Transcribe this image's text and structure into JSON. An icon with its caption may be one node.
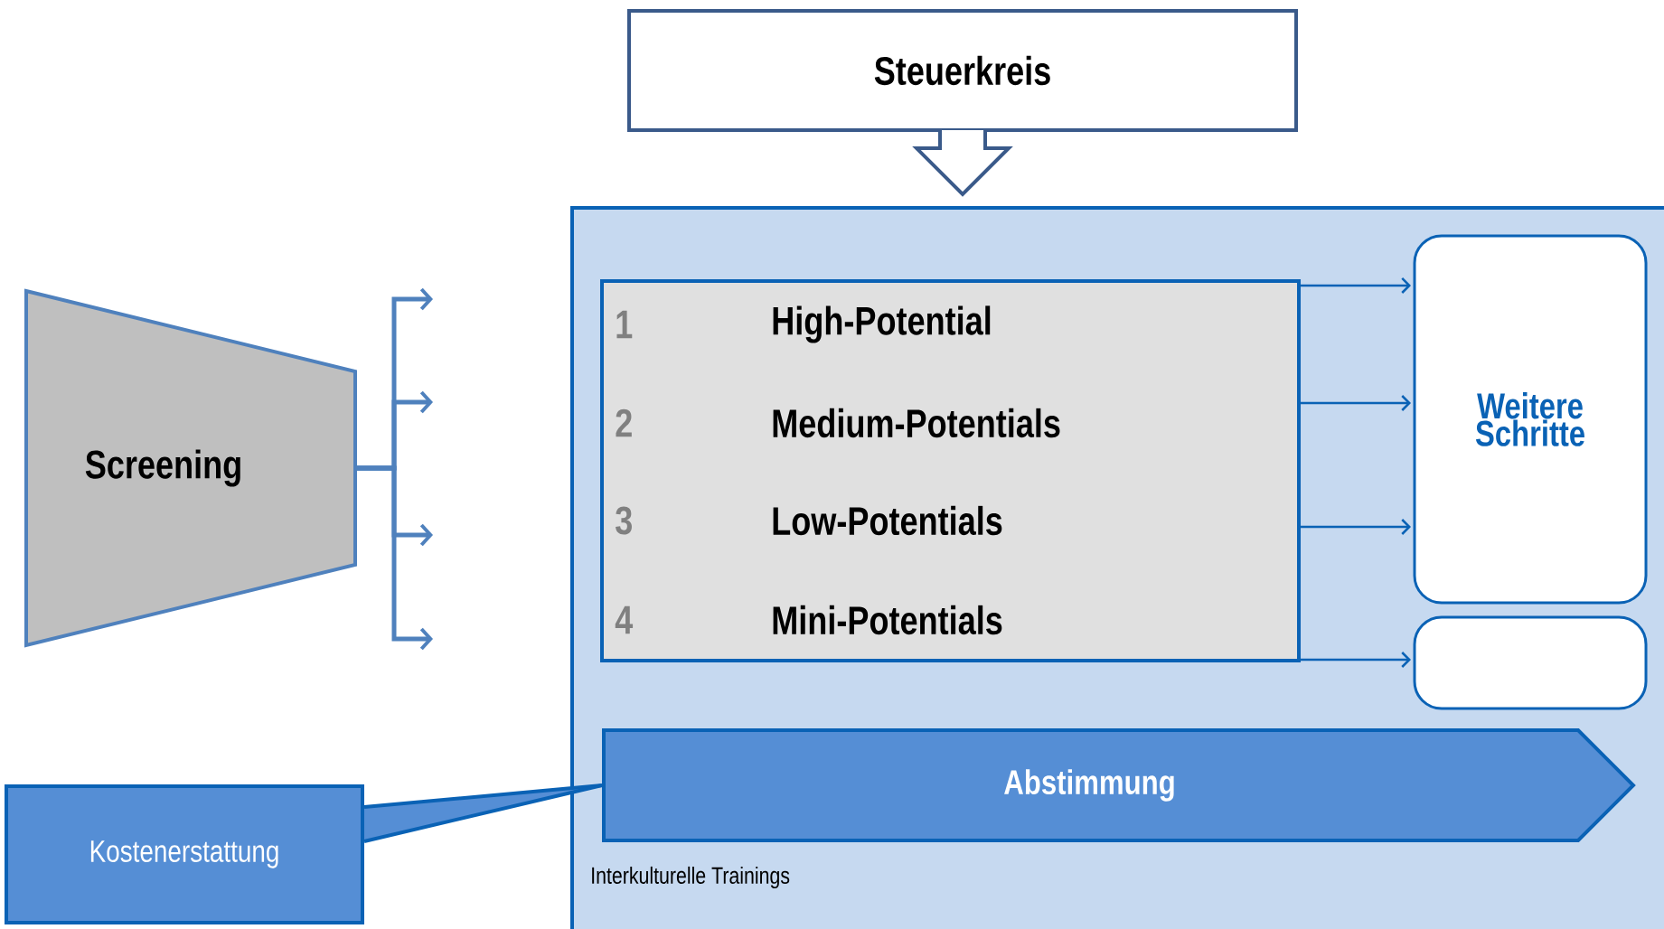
{
  "diagram": {
    "nodes": [
      {
        "text": [
          "Steuerkreis"
        ]
      },
      {
        "text": [
          "Screening"
        ]
      },
      {
        "text": [
          "Interkulturelle Trainings"
        ]
      },
      {
        "text": [
          "1",
          "High-Potential",
          "2",
          "Medium-Potentials",
          "3",
          "Low-Potentials",
          "4",
          "Mini-Potentials"
        ],
        "in": 2
      },
      {
        "text": [
          "Weitere Schritte"
        ],
        "in": 2
      },
      {
        "text": [],
        "shape": "box",
        "in": 2
      },
      {
        "text": [
          "Abstimmung"
        ],
        "in": 2
      },
      {
        "text": [
          "Kostenerstattung"
        ]
      }
    ],
    "edges": [
      {
        "from": 0,
        "to": 2,
        "arrow": "to"
      },
      {
        "from": 1,
        "to": null,
        "arrow": "to"
      },
      {
        "from": 1,
        "to": null,
        "arrow": "to"
      },
      {
        "from": 1,
        "to": null,
        "arrow": "to"
      },
      {
        "from": 1,
        "to": null,
        "arrow": "to"
      },
      {
        "from": 3,
        "to": 4,
        "arrow": "to"
      },
      {
        "from": 3,
        "to": 4,
        "arrow": "to"
      },
      {
        "from": 3,
        "to": 4,
        "arrow": "to"
      },
      {
        "from": 3,
        "to": 5,
        "arrow": "to"
      },
      {
        "from": 7,
        "to": 6,
        "arrow": "none"
      }
    ]
  }
}
